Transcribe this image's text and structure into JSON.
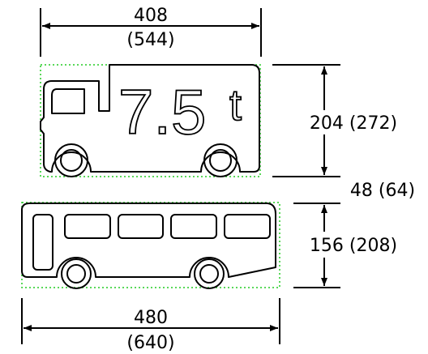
{
  "drawing": {
    "colors": {
      "line": "#000000",
      "guide": "#22cc22",
      "background": "#ffffff"
    },
    "truck": {
      "sign_main": "7.5",
      "sign_unit": "t",
      "width_label": "408",
      "width_label_alt": "(544)",
      "height_label": "204 (272)"
    },
    "gap_label": "48 (64)",
    "bus": {
      "height_label": "156 (208)",
      "width_label": "480",
      "width_label_alt": "(640)"
    }
  }
}
